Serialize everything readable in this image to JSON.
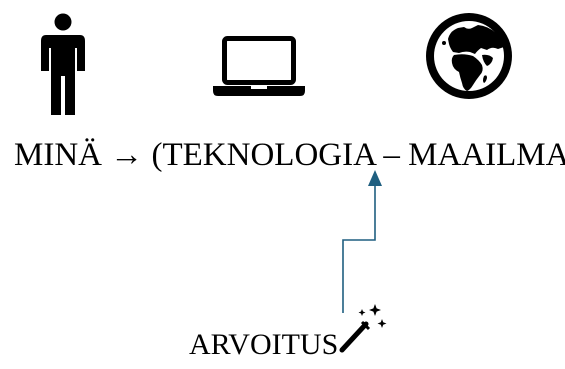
{
  "icons": {
    "person": "person-icon",
    "laptop": "laptop-icon",
    "globe": "globe-icon",
    "wand": "magic-wand-icon"
  },
  "diagram": {
    "self": "MINÄ",
    "arrow": "→",
    "technology_world": "(TEKNOLOGIA – MAAILMA)",
    "puzzle": "ARVOITUS"
  },
  "colors": {
    "connector": "#1f5f80"
  }
}
